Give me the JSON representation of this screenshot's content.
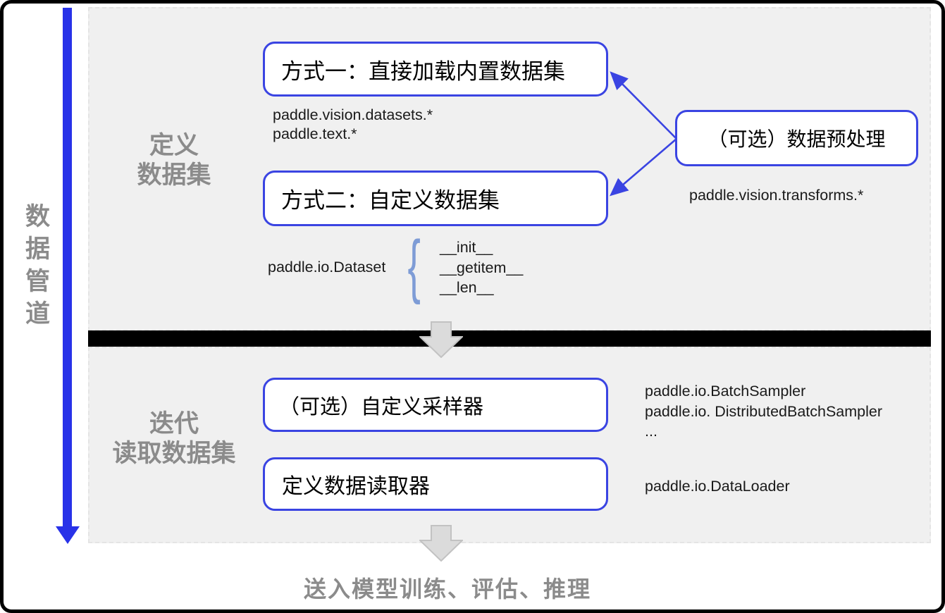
{
  "diagram": {
    "side_label": "数据管道",
    "section_define": {
      "label_line1": "定义",
      "label_line2": "数据集",
      "method1_box": "方式一：直接加载内置数据集",
      "method1_code_line1": "paddle.vision.datasets.*",
      "method1_code_line2": "paddle.text.*",
      "method2_box": "方式二：自定义数据集",
      "dataset_code": "paddle.io.Dataset",
      "dataset_members": [
        "__init__",
        "__getitem__",
        "__len__"
      ],
      "brace_glyph": "{",
      "preprocess_box": "（可选）数据预处理",
      "preprocess_code": "paddle.vision.transforms.*"
    },
    "section_iterate": {
      "label_line1": "迭代",
      "label_line2": "读取数据集",
      "sampler_box": "（可选）自定义采样器",
      "sampler_code_line1": "paddle.io.BatchSampler",
      "sampler_code_line2": "paddle.io. DistributedBatchSampler",
      "sampler_code_line3": "...",
      "loader_box": "定义数据读取器",
      "loader_code": "paddle.io.DataLoader"
    },
    "footer_label": "送入模型训练、评估、推理"
  },
  "colors": {
    "accent_blue": "#3a44e2",
    "arrow_blue": "#2832e8",
    "panel_gray": "#f0f0f0",
    "label_gray": "#8b8b8b",
    "divider_black": "#000000",
    "block_arrow_fill": "#dbdbdb",
    "block_arrow_border": "#c2c2c2",
    "brace_blue": "#7e9cd6",
    "code_black": "#1a1a1a"
  }
}
